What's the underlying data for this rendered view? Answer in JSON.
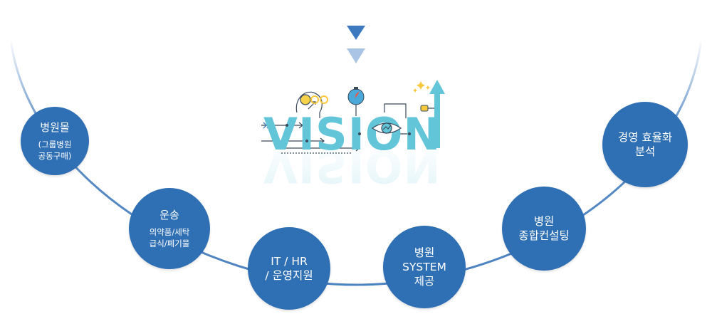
{
  "logo": {
    "word": "VISION"
  },
  "nodes": [
    {
      "id": "hospital-mall",
      "line1": "병원몰",
      "sub1": "(그룹병원",
      "sub2": "공동구매)"
    },
    {
      "id": "transport",
      "line1": "운송",
      "sub1": "의약품/세탁",
      "sub2": "급식/폐기물"
    },
    {
      "id": "it-hr",
      "line1": "IT / HR",
      "line2": "/ 운영지원"
    },
    {
      "id": "hospital-system",
      "line1": "병원",
      "line2": "SYSTEM",
      "line3": "제공"
    },
    {
      "id": "consulting",
      "line1": "병원",
      "line2": "종합컨설팅"
    },
    {
      "id": "efficiency",
      "line1": "경영 효율화",
      "line2": "분석"
    }
  ],
  "colors": {
    "circle": "#2f6fb3",
    "arc": "#4b82c0",
    "arrow_dark": "#3d79be",
    "arrow_light": "#a9c4e5",
    "vision": "#63c6d8"
  }
}
